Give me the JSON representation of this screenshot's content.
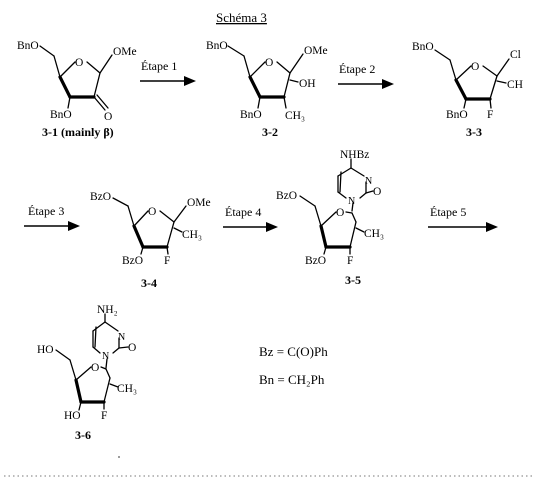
{
  "title": "Schéma 3",
  "steps": [
    "Étape 1",
    "Étape 2",
    "Étape 3",
    "Étape 4",
    "Étape 5"
  ],
  "compounds": {
    "c31": {
      "id": "3-1 (mainly β)",
      "labels": {
        "bno5": "BnO",
        "ome": "OMe",
        "bno3": "BnO",
        "o2": "O"
      }
    },
    "c32": {
      "id": "3-2",
      "labels": {
        "bno5": "BnO",
        "ome": "OMe",
        "oh": "OH",
        "bno3": "BnO",
        "ch3": "CH₃"
      }
    },
    "c33": {
      "id": "3-3",
      "labels": {
        "bno5": "BnO",
        "cl": "Cl",
        "ch3": "CH",
        "bno3": "BnO",
        "f": "F"
      }
    },
    "c34": {
      "id": "3-4",
      "labels": {
        "bzo5": "BzO",
        "ome": "OMe",
        "ch3": "CH₃",
        "bzo3": "BzO",
        "f": "F"
      }
    },
    "c35": {
      "id": "3-5",
      "labels": {
        "nhbz": "NHBz",
        "n3": "N",
        "o2": "O",
        "n1": "N",
        "bzo5": "BzO",
        "ch3": "CH₃",
        "bzo3": "BzO",
        "f": "F"
      }
    },
    "c36": {
      "id": "3-6",
      "labels": {
        "nh2": "NH₂",
        "n3": "N",
        "o2": "O",
        "n1": "N",
        "ho5": "HO",
        "ch3": "CH₃",
        "ho3": "HO",
        "f": "F"
      }
    }
  },
  "ring_o": "O",
  "legend": {
    "bz": "Bz = C(O)Ph",
    "bn": "Bn = CH₂Ph"
  }
}
